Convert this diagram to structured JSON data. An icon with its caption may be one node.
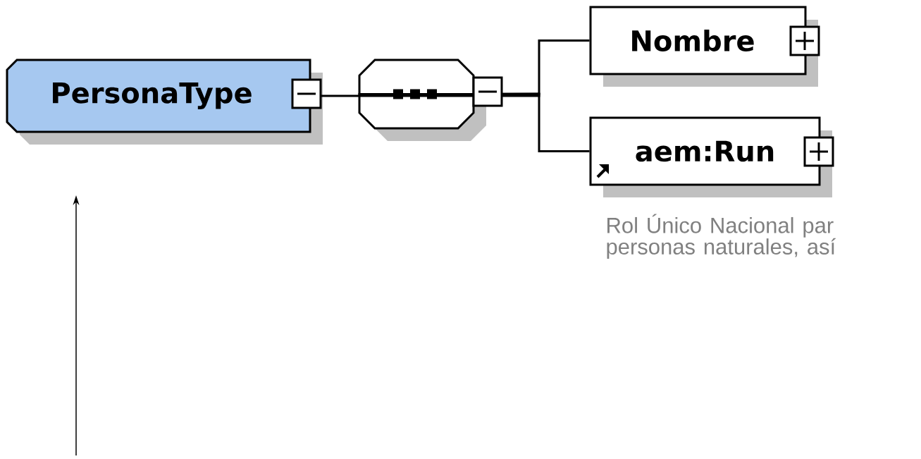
{
  "diagram": {
    "nodes": [
      {
        "text": [
          "PersonaType"
        ]
      },
      {
        "text": [],
        "shape": "octagon"
      },
      {
        "text": [
          "Nombre"
        ]
      },
      {
        "text": [
          "aem:Run"
        ],
        "beside": [
          "Rol Único Nacional par personas naturales, así"
        ]
      }
    ],
    "edges": [
      {
        "from": 0,
        "to": 1,
        "arrow": "none"
      },
      {
        "from": 1,
        "to": 2,
        "arrow": "none"
      },
      {
        "from": 1,
        "to": 3,
        "arrow": "none"
      },
      {
        "from": null,
        "to": 0,
        "arrow": "to"
      }
    ]
  }
}
